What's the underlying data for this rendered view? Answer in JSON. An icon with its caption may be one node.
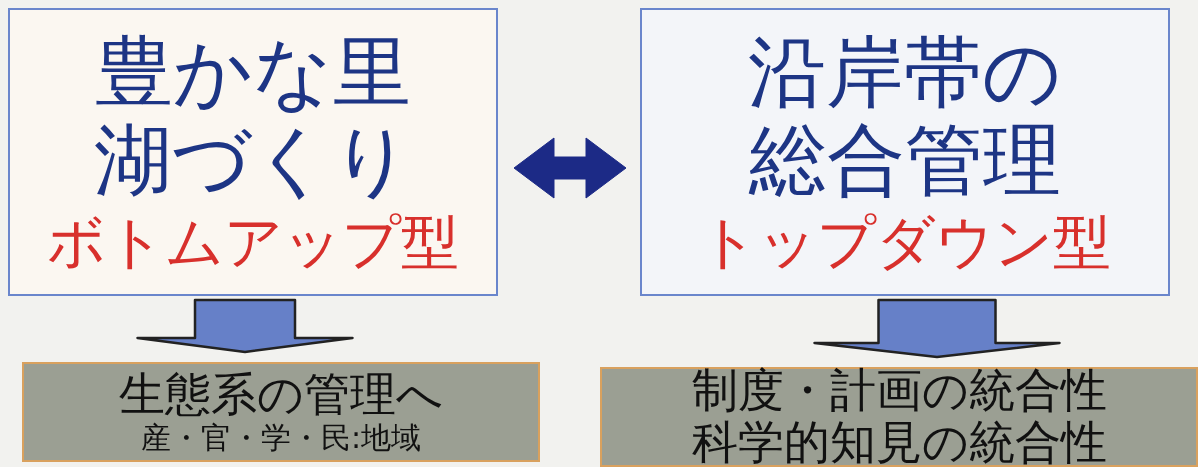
{
  "diagram": {
    "nodes": [
      {
        "text": [
          "豊かな里湖づくり",
          "ボトムアップ型"
        ]
      },
      {
        "text": [
          "沿岸帯の総合管理",
          "トップダウン型"
        ]
      },
      {
        "text": [
          "生態系の管理へ",
          "産・官・学・民:地域"
        ]
      },
      {
        "text": [
          "制度・計画の統合性",
          "科学的知見の統合性"
        ]
      }
    ],
    "edges": [
      {
        "from": 0,
        "to": 1,
        "arrow": "both",
        "color": "#1c2a86"
      },
      {
        "from": 0,
        "to": 2,
        "arrow": "to",
        "style": "thick"
      },
      {
        "from": 1,
        "to": 3,
        "arrow": "to",
        "style": "thick"
      }
    ]
  }
}
